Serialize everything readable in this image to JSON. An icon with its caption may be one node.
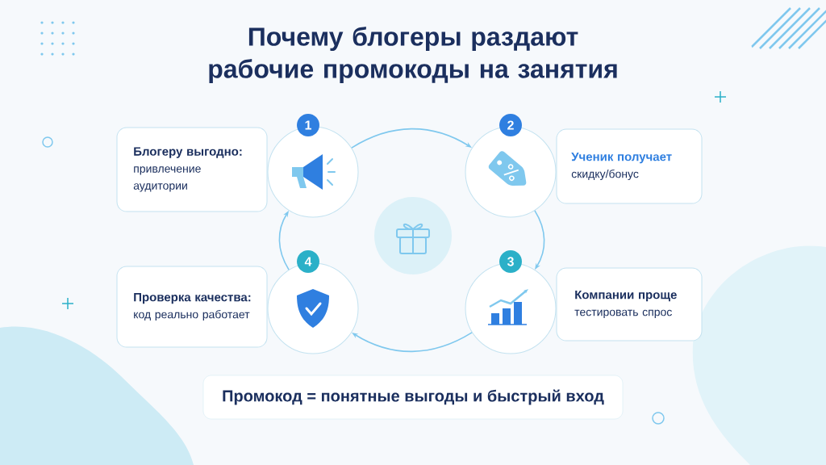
{
  "diagram": {
    "title": "Почему блогеры раздают рабочие промокоды на занятия",
    "nodes": [
      {
        "text": [
          "Блогеру выгодно:",
          "привлечение аудитории"
        ]
      },
      {
        "text": [],
        "shape": "circle",
        "beside": [
          "1"
        ]
      },
      {
        "text": [],
        "shape": "circle",
        "beside": [
          "2"
        ]
      },
      {
        "text": [
          "Ученик получает",
          "скидку/бонус"
        ]
      },
      {
        "text": [],
        "shape": "circle"
      },
      {
        "text": [
          "Проверка качества:",
          "код реально работает"
        ]
      },
      {
        "text": [],
        "shape": "circle",
        "beside": [
          "4"
        ]
      },
      {
        "text": [],
        "shape": "circle",
        "beside": [
          "3"
        ]
      },
      {
        "text": [
          "Компании проще",
          "тестировать спрос"
        ]
      },
      {
        "text": [
          "Промокод = понятные выгоды и быстрый вход"
        ]
      }
    ],
    "edges": [
      {
        "from": 1,
        "to": 2,
        "arrow": "to"
      },
      {
        "from": 2,
        "to": 7,
        "arrow": "to"
      },
      {
        "from": 7,
        "to": 6,
        "arrow": "to"
      },
      {
        "from": 6,
        "to": 1,
        "arrow": "to"
      }
    ]
  }
}
